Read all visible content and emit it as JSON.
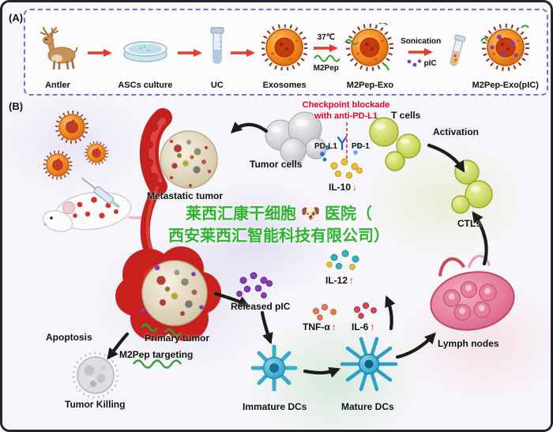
{
  "panel_a": {
    "label": "(A)",
    "steps": [
      {
        "label": "Antler"
      },
      {
        "label": "ASCs culture"
      },
      {
        "label": "UC"
      },
      {
        "label": "Exosomes"
      },
      {
        "label": "M2Pep-Exo"
      },
      {
        "label": "M2Pep-Exo(pIC)"
      }
    ],
    "annotations": {
      "temperature": "37℃",
      "m2pep": "M2Pep",
      "sonication": "Sonication",
      "pic": "pIC"
    }
  },
  "panel_b": {
    "label": "(B)",
    "labels": {
      "checkpoint_line1": "Checkpoint blockade",
      "checkpoint_line2": "with anti-PD-L1",
      "t_cells": "T cells",
      "activation": "Activation",
      "pd_l1": "PD-L1",
      "pd_1": "PD-1",
      "tumor_cells": "Tumor cells",
      "metastatic_tumor": "Metastatic tumor",
      "il10": "IL-10",
      "il10_dir": "↓",
      "ctls": "CTLs",
      "il12": "IL-12",
      "il12_dir": "↑",
      "released_pic": "Released pIC",
      "tnf": "TNF-α",
      "tnf_dir": "↑",
      "il6": "IL-6",
      "il6_dir": "↑",
      "lymph_nodes": "Lymph nodes",
      "apoptosis": "Apoptosis",
      "primary_tumor": "Primary tumor",
      "m2pep_targeting": "M2Pep targeting",
      "tumor_killing": "Tumor Killing",
      "immature_dcs": "Immature DCs",
      "mature_dcs": "Mature DCs"
    },
    "watermark": {
      "line1": "莱西汇康干细胞 🐶 医院（",
      "line2": "西安莱西汇智能科技有限公司）"
    }
  },
  "colors": {
    "arrow_red": "#e8392a",
    "checkpoint_red": "#e60026",
    "watermark_green": "#2db32d",
    "exosome_orange": "#f28a1e",
    "pic_purple": "#8a3ab8",
    "m2pep_green": "#2fa32f",
    "dc_blue": "#2ba0c8",
    "lymph_pink": "#e87f9a"
  }
}
